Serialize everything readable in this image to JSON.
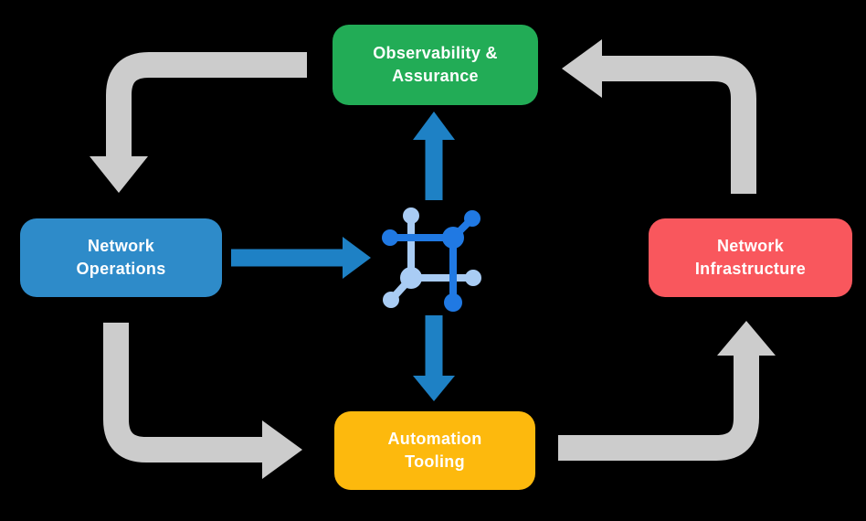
{
  "background_color": "#000000",
  "diagram": {
    "type": "cycle-flow-diagram",
    "nodes": [
      {
        "id": "observability-assurance",
        "line1": "Observability &",
        "line2": "Assurance",
        "label": "Observability & Assurance",
        "color": "#22AC56"
      },
      {
        "id": "network-operations",
        "line1": "Network",
        "line2": "Operations",
        "label": "Network Operations",
        "color": "#2E8BC9"
      },
      {
        "id": "network-infrastructure",
        "line1": "Network",
        "line2": "Infrastructure",
        "label": "Network Infrastructure",
        "color": "#F9575D"
      },
      {
        "id": "automation-tooling",
        "line1": "Automation",
        "line2": "Tooling",
        "label": "Automation Tooling",
        "color": "#FDB90D"
      }
    ],
    "edges": [
      {
        "from": "observability-assurance",
        "to": "network-operations",
        "style": "gray-cycle"
      },
      {
        "from": "network-operations",
        "to": "automation-tooling",
        "style": "gray-cycle"
      },
      {
        "from": "automation-tooling",
        "to": "network-infrastructure",
        "style": "gray-cycle"
      },
      {
        "from": "network-infrastructure",
        "to": "observability-assurance",
        "style": "gray-cycle"
      },
      {
        "from": "network-operations",
        "to": "center-icon",
        "style": "blue-flow"
      },
      {
        "from": "center-icon",
        "to": "observability-assurance",
        "style": "blue-flow"
      },
      {
        "from": "center-icon",
        "to": "automation-tooling",
        "style": "blue-flow"
      }
    ],
    "center_icon": {
      "name": "network-mesh-icon",
      "dark_color": "#2079E3",
      "light_color": "#A9CCF4"
    },
    "colors": {
      "cycle_arrow_gray": "#CCCCCC",
      "flow_arrow_blue": "#1E81C5",
      "label_text": "#FFFFFF"
    }
  }
}
